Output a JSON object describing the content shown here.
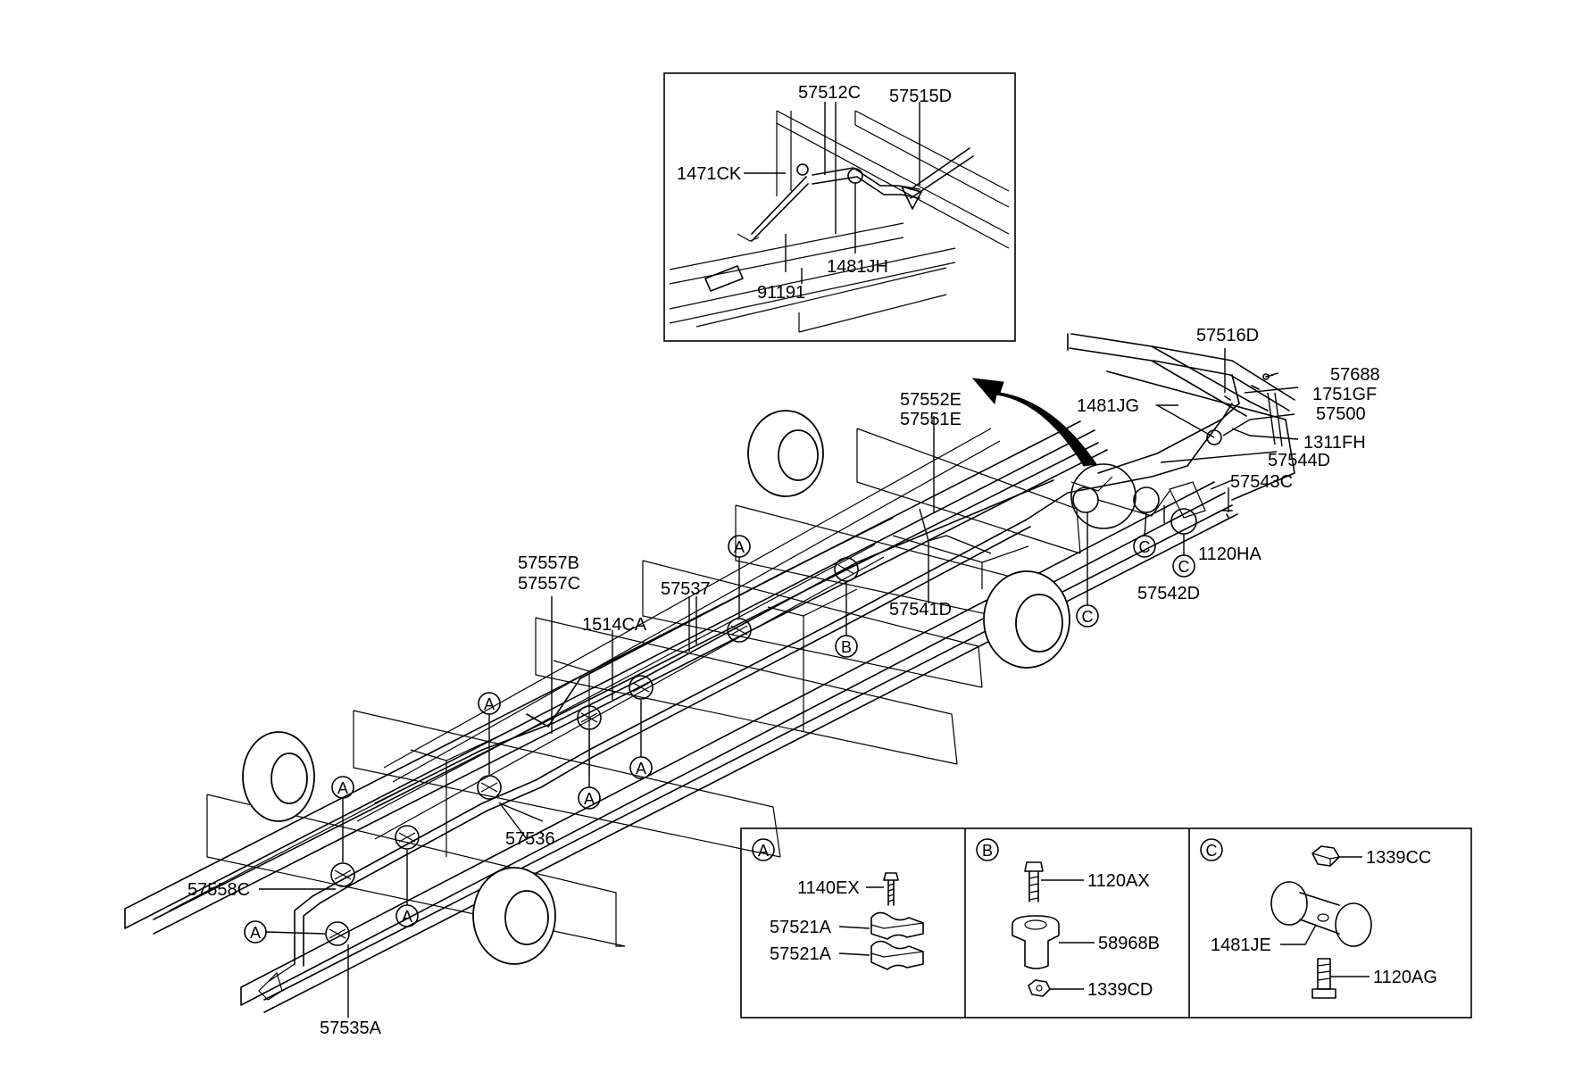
{
  "inset_labels": [
    "57512C",
    "57515D",
    "1471CK",
    "1481JH",
    "91191"
  ],
  "main_labels": [
    "57516D",
    "57688",
    "1751GF",
    "57500",
    "1481JG",
    "1311FH",
    "57544D",
    "57543C",
    "1120HA",
    "57542D",
    "57552E",
    "57551E",
    "57541D",
    "57557B",
    "57557C",
    "57537",
    "1514CA",
    "57536",
    "57558C",
    "57535A"
  ],
  "clip_markers": {
    "a": "A",
    "b": "B",
    "c": "C"
  },
  "legend": {
    "a": {
      "marker": "A",
      "parts": [
        "1140EX",
        "57521A",
        "57521A"
      ]
    },
    "b": {
      "marker": "B",
      "parts": [
        "1120AX",
        "58968B",
        "1339CD"
      ]
    },
    "c": {
      "marker": "C",
      "parts": [
        "1339CC",
        "1481JE",
        "1120AG"
      ]
    }
  }
}
